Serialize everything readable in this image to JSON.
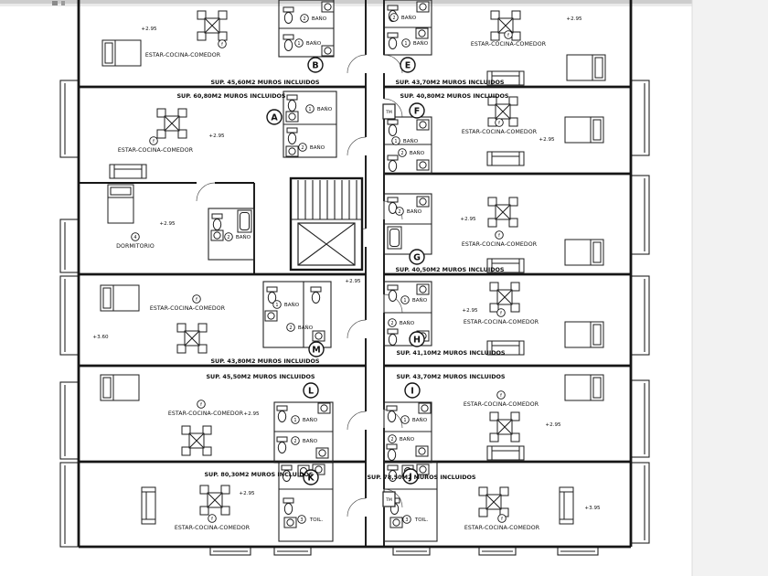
{
  "page": {
    "background": "#ffffff",
    "ink": "#161616"
  },
  "labels": {
    "estar": "ESTAR-COCINA-COMEDOR",
    "bano": "BAÑO",
    "toil": "TOIL.",
    "dormitorio": "DORMITORIO",
    "tm": "TM"
  },
  "levels": {
    "l295": "+2.95",
    "l360": "+3.60",
    "l395": "+3.95"
  },
  "marks": {
    "f": "f",
    "n1": "1",
    "n2": "2",
    "n3": "3",
    "n4": "4"
  },
  "units": {
    "A": {
      "letter": "A",
      "sup": "SUP. 60,80M2 MUROS INCLUIDOS"
    },
    "B": {
      "letter": "B",
      "sup": "SUP. 45,60M2 MUROS INCLUIDOS"
    },
    "E": {
      "letter": "E",
      "sup": "SUP. 43,70M2 MUROS INCLUIDOS"
    },
    "F": {
      "letter": "F",
      "sup": "SUP. 40,80M2 MUROS INCLUIDOS"
    },
    "G": {
      "letter": "G",
      "sup": "SUP. 40,50M2 MUROS INCLUIDOS"
    },
    "H": {
      "letter": "H",
      "sup": "SUP. 41,10M2 MUROS INCLUIDOS"
    },
    "I": {
      "letter": "I",
      "sup": "SUP. 43,70M2 MUROS INCLUIDOS"
    },
    "J": {
      "letter": "J",
      "sup": "SUP. 78,50M2 MUROS INCLUIDOS"
    },
    "K": {
      "letter": "K",
      "sup": "SUP. 80,30M2 MUROS INCLUIDOS"
    },
    "L": {
      "letter": "L",
      "sup": "SUP. 45,50M2 MUROS INCLUIDOS"
    },
    "M": {
      "letter": "M",
      "sup": "SUP. 43,80M2 MUROS INCLUIDOS"
    }
  }
}
